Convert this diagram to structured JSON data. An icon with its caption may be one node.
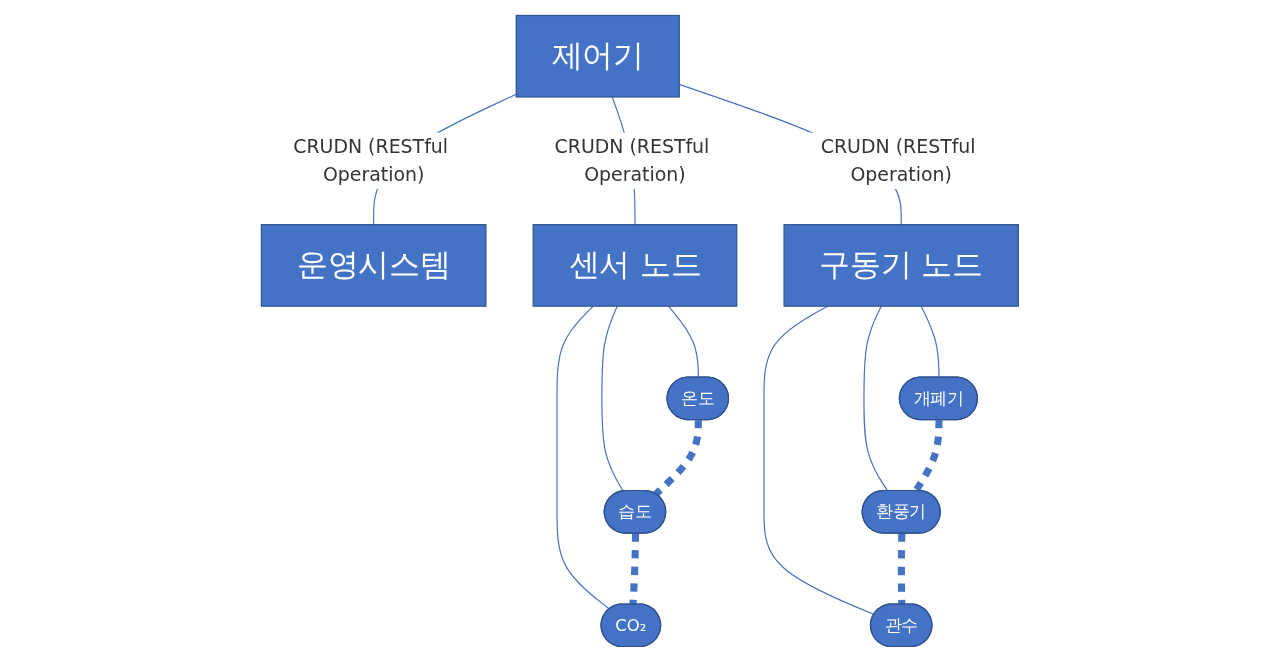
{
  "diagram": {
    "nodes": [
      {
        "text": [
          "제어기"
        ]
      },
      {
        "text": [
          "운영시스템"
        ]
      },
      {
        "text": [
          "센서 노드"
        ]
      },
      {
        "text": [
          "구동기 노드"
        ]
      },
      {
        "text": [
          "온도"
        ]
      },
      {
        "text": [
          "습도"
        ]
      },
      {
        "text": [
          "CO₂"
        ]
      },
      {
        "text": [
          "개폐기"
        ]
      },
      {
        "text": [
          "환풍기"
        ]
      },
      {
        "text": [
          "관수"
        ]
      }
    ],
    "edges": [
      {
        "from": 0,
        "to": 1,
        "arrow": "none",
        "label": "CRUDN (RESTful Operation)"
      },
      {
        "from": 0,
        "to": 2,
        "arrow": "none",
        "label": "CRUDN (RESTful Operation)"
      },
      {
        "from": 0,
        "to": 3,
        "arrow": "none",
        "label": "CRUDN (RESTful Operation)"
      },
      {
        "from": 2,
        "to": 4,
        "arrow": "none"
      },
      {
        "from": 2,
        "to": 5,
        "arrow": "none"
      },
      {
        "from": 2,
        "to": 6,
        "arrow": "none"
      },
      {
        "from": 3,
        "to": 7,
        "arrow": "none"
      },
      {
        "from": 3,
        "to": 8,
        "arrow": "none"
      },
      {
        "from": 3,
        "to": 9,
        "arrow": "none"
      },
      {
        "from": 4,
        "to": 5,
        "arrow": "none",
        "style": "dashed"
      },
      {
        "from": 5,
        "to": 6,
        "arrow": "none",
        "style": "dashed"
      },
      {
        "from": 7,
        "to": 8,
        "arrow": "none",
        "style": "dashed"
      },
      {
        "from": 8,
        "to": 9,
        "arrow": "none",
        "style": "dashed"
      }
    ]
  }
}
